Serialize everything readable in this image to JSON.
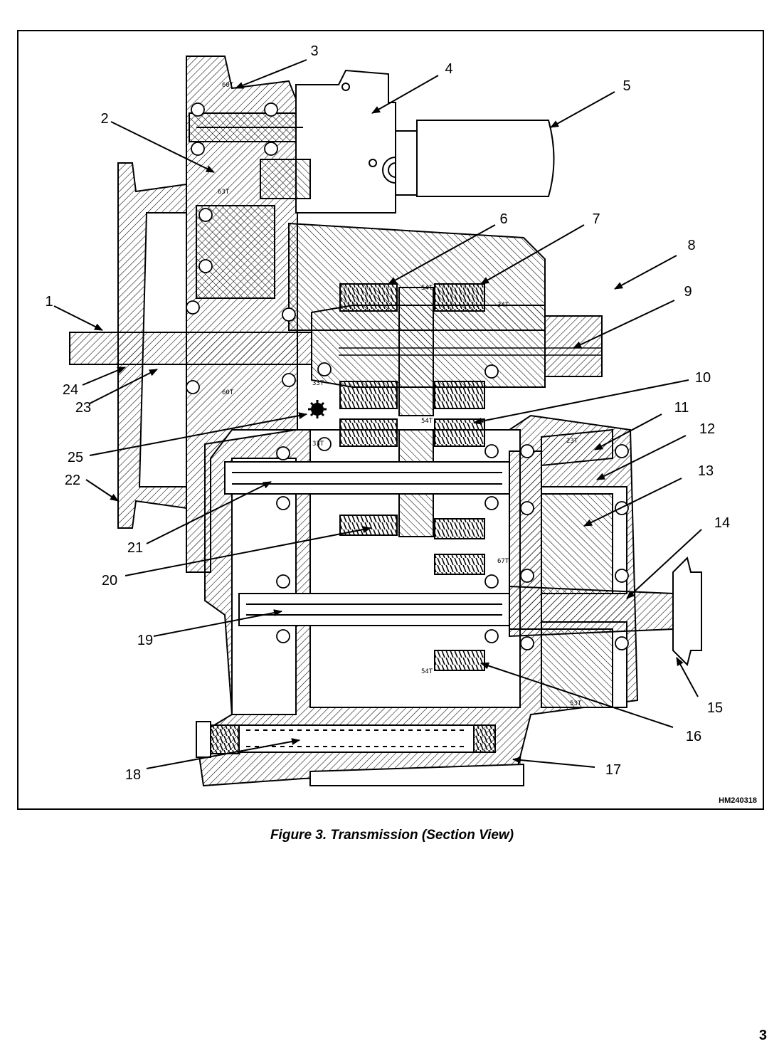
{
  "figure": {
    "caption": "Figure 3.  Transmission (Section View)",
    "ref_code": "HM240318",
    "page_number": "3",
    "tooth_labels": [
      "60T",
      "63T",
      "54T",
      "34T",
      "33T",
      "60T",
      "54T",
      "33T",
      "23T",
      "67T",
      "54T",
      "53T"
    ],
    "callouts": [
      "1",
      "2",
      "3",
      "4",
      "5",
      "6",
      "7",
      "8",
      "9",
      "10",
      "11",
      "12",
      "13",
      "14",
      "15",
      "16",
      "17",
      "18",
      "19",
      "20",
      "21",
      "22",
      "23",
      "24",
      "25"
    ]
  }
}
